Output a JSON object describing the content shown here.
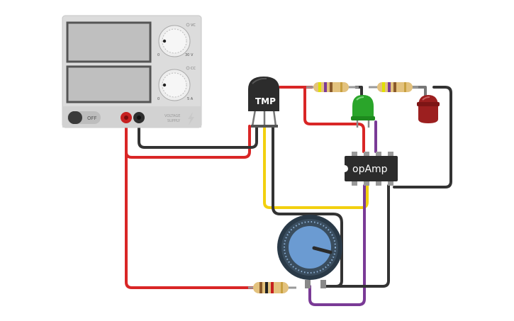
{
  "power_supply": {
    "toggle_label": "OFF",
    "brand_line1": "VOLTAGE",
    "brand_line2": "SUPPLY",
    "voltage_knob": {
      "min_label": "0",
      "max_label": "30 V",
      "mode_label": "VC"
    },
    "current_knob": {
      "min_label": "0",
      "max_label": "5 A",
      "mode_label": "CC"
    }
  },
  "sensor": {
    "label": "TMP"
  },
  "op_amp": {
    "label": "opAmp"
  },
  "colors": {
    "wire_red": "#d92626",
    "wire_black": "#333333",
    "wire_yellow": "#f2d00f",
    "wire_purple": "#7a3a96",
    "led_green": "#2aa52a",
    "led_red": "#9c1f1f",
    "pot_knob": "#6b9bd2"
  }
}
